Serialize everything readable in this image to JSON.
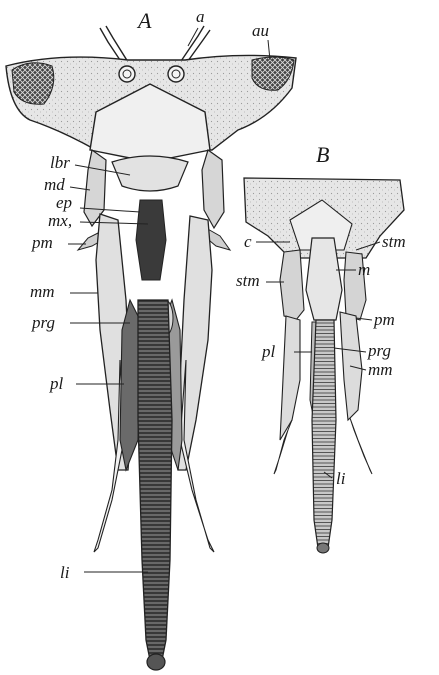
{
  "figure": {
    "panel_a": {
      "panel_label": "A",
      "labels": {
        "a": "a",
        "au": "au",
        "lbr": "lbr",
        "md": "md",
        "ep": "ep",
        "mx1": "mx,",
        "pm": "pm",
        "mm": "mm",
        "prg": "prg",
        "pl": "pl",
        "li": "li"
      }
    },
    "panel_b": {
      "panel_label": "B",
      "labels": {
        "c": "c",
        "stm_right": "stm",
        "stm_left": "stm",
        "m": "m",
        "pm": "pm",
        "prg": "prg",
        "pl": "pl",
        "mm": "mm",
        "li": "li"
      }
    }
  }
}
